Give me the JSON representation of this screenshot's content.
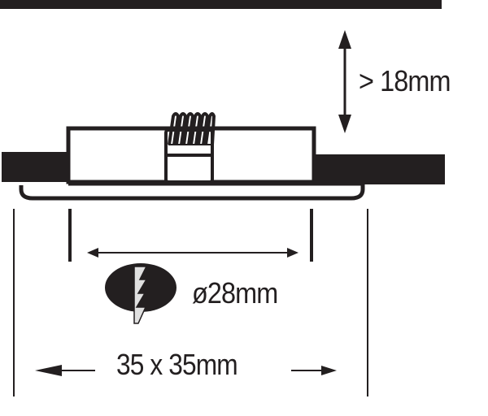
{
  "diagram": {
    "type": "installation-dimension-drawing",
    "subject": "recessed downlight with spring clip",
    "colors": {
      "ink": "#231f20",
      "background": "#ffffff",
      "drill_bit_fill": "#e0e0e0"
    },
    "labels": {
      "min_height": "> 18mm",
      "hole_diameter": "ø28mm",
      "frame_size": "35 x 35mm"
    },
    "elements": {
      "top_strip": "ceiling-void-top-boundary",
      "ceiling_panel": "ceiling-board",
      "fixture_body": "fixture-housing",
      "spring_clip": "spring-clip",
      "bezel": "fixture-trim-frame",
      "height_arrow": "height-dimension-arrow",
      "diameter_arrow": "diameter-dimension-arrow",
      "width_arrows": "width-dimension-arrows",
      "drill_icon": "hole-saw-drill-icon"
    }
  }
}
